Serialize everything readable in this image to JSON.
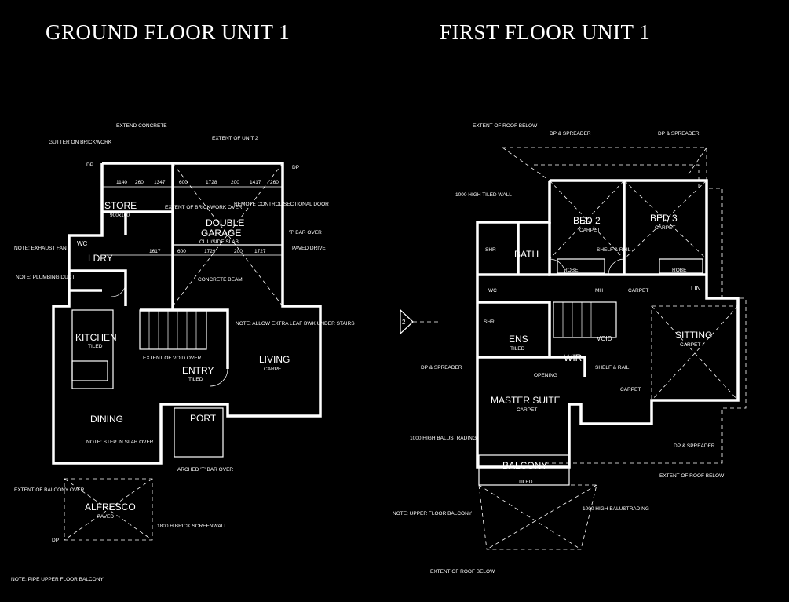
{
  "titles": {
    "ground": "GROUND FLOOR   UNIT 1",
    "first": "FIRST  FLOOR   UNIT 1"
  },
  "ground": {
    "store": "STORE",
    "store_sub": "900x100",
    "garage_1": "DOUBLE",
    "garage_2": "GARAGE",
    "garage_sub": "CL U/SIDE SLAB",
    "ldry": "LDRY",
    "wc": "WC",
    "kitchen": "KITCHEN",
    "kitchen_sub": "TILED",
    "dining": "DINING",
    "entry": "ENTRY",
    "entry_sub": "TILED",
    "living": "LIVING",
    "living_sub": "CARPET",
    "port": "PORT",
    "alfresco": "ALFRESCO",
    "alfresco_sub": "PAVED",
    "dim_top": [
      "1140",
      "260",
      "1347",
      "600",
      "1728",
      "200",
      "1417",
      "260"
    ],
    "dim_mid": [
      "1617",
      "600",
      "1729",
      "200",
      "1727"
    ],
    "notes": {
      "extend_concrete": "EXTEND CONCRETE",
      "extent_of_unit": "EXTENT OF UNIT 2",
      "gutter": "GUTTER ON BRICKWORK",
      "remote": "REMOTE CONTROL SECTIONAL DOOR",
      "brickwork": "EXTENT OF BRICKWORK OVER",
      "exhaust": "NOTE: EXHAUST FAN",
      "plumbing": "NOTE: PLUMBING DUCT",
      "tbar": "'T' BAR OVER",
      "beam": "CONCRETE BEAM",
      "paved_drive": "PAVED DRIVE",
      "allow_leaf": "NOTE: ALLOW EXTRA LEAF BWK UNDER STAIRS",
      "void_over": "EXTENT OF VOID OVER",
      "step": "NOTE: STEP IN SLAB OVER",
      "balcony_over": "EXTENT OF BALCONY OVER",
      "screenwall": "1800 H BRICK SCREENWALL",
      "pipe": "NOTE: PIPE UPPER FLOOR BALCONY",
      "arched": "ARCHED 'T' BAR OVER",
      "dp": "DP"
    }
  },
  "first": {
    "bed2": "BED 2",
    "bed2_sub": "CARPET",
    "bed3": "BED 3",
    "bed3_sub": "CARPET",
    "bath": "BATH",
    "ens": "ENS",
    "ens_sub": "TILED",
    "wir": "WIR",
    "master": "MASTER SUITE",
    "master_sub": "CARPET",
    "sitting": "SITTING",
    "sitting_sub": "CARPET",
    "balcony": "BALCONY",
    "balcony_sub": "TILED",
    "lin": "LIN",
    "void": "VOID",
    "robe": "ROBE",
    "carpet": "CARPET",
    "wc": "WC",
    "shr": "SHR",
    "mh": "MH",
    "notes": {
      "roof_below": "EXTENT OF ROOF BELOW",
      "dp_spreader": "DP & SPREADER",
      "tiled_wall": "1000 HIGH TILED WALL",
      "balustrading": "1000 HIGH BALUSTRADING",
      "upper_balcony": "NOTE: UPPER FLOOR BALCONY",
      "shelf": "SHELF & RAIL",
      "opening": "OPENING"
    }
  },
  "section_marker": "2"
}
